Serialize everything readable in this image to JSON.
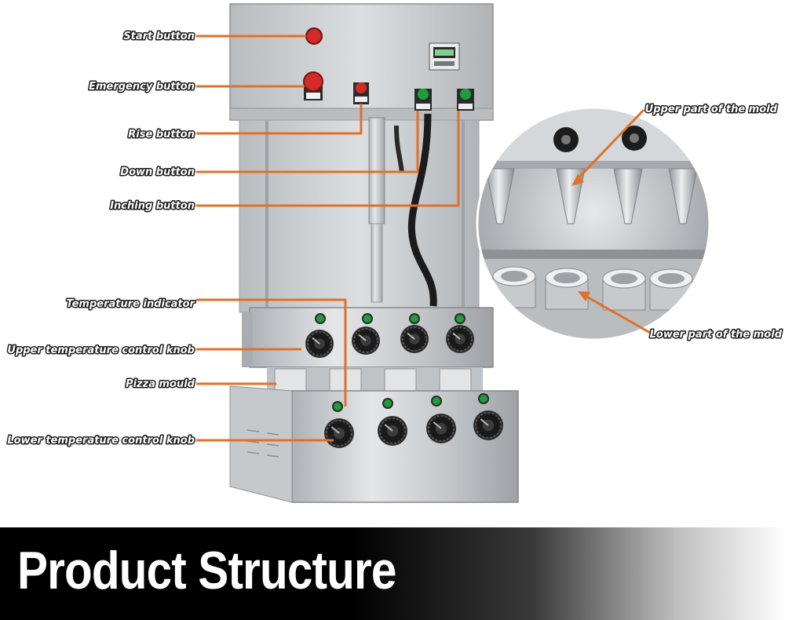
{
  "title": "Product Structure",
  "labels": {
    "start_button": "Start button",
    "emergency_button": "Emergency button",
    "rise_button": "Rise button",
    "down_button": "Down button",
    "inching_button": "Inching button",
    "temperature_indicator": "Temperature indicator",
    "upper_temperature_control_knob": "Upper temperature control knob",
    "pizza_mould": "Pizza mould",
    "lower_temperature_control_knob": "Lower temperature control knob",
    "upper_part_of_mold": "Upper part of the mold",
    "lower_part_of_mold": "Lower part of the mold"
  },
  "colors": {
    "leader": "#e0702a",
    "steel": "#c9cccf",
    "red": "#d42a2a",
    "green": "#1e9e3a",
    "banner": "#000000"
  }
}
